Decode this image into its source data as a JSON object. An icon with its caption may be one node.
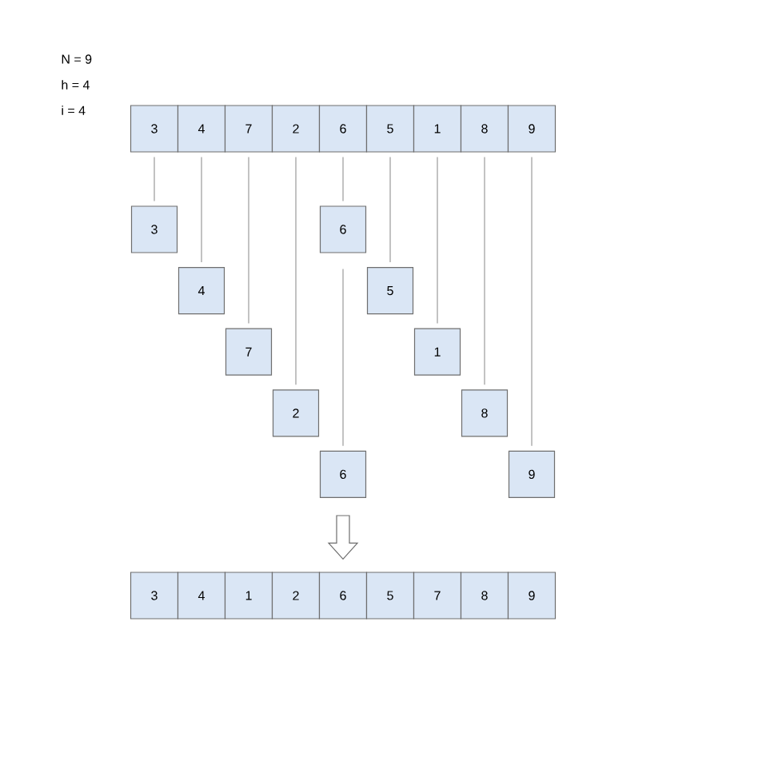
{
  "diagram": {
    "nodes": [
      {
        "text": [
          "3"
        ]
      },
      {
        "text": [
          "4"
        ]
      },
      {
        "text": [
          "7"
        ]
      },
      {
        "text": [
          "2"
        ]
      },
      {
        "text": [
          "6"
        ]
      },
      {
        "text": [
          "5"
        ]
      },
      {
        "text": [
          "1"
        ]
      },
      {
        "text": [
          "8"
        ]
      },
      {
        "text": [
          "9"
        ]
      },
      {
        "text": [
          "3"
        ]
      },
      {
        "text": [
          "6"
        ]
      },
      {
        "text": [
          "4"
        ]
      },
      {
        "text": [
          "5"
        ]
      },
      {
        "text": [
          "7"
        ]
      },
      {
        "text": [
          "1"
        ]
      },
      {
        "text": [
          "2"
        ]
      },
      {
        "text": [
          "8"
        ]
      },
      {
        "text": [
          "6"
        ]
      },
      {
        "text": [
          "9"
        ]
      },
      {
        "text": [
          "3"
        ]
      },
      {
        "text": [
          "4"
        ]
      },
      {
        "text": [
          "1"
        ]
      },
      {
        "text": [
          "2"
        ]
      },
      {
        "text": [
          "6"
        ]
      },
      {
        "text": [
          "5"
        ]
      },
      {
        "text": [
          "7"
        ]
      },
      {
        "text": [
          "8"
        ]
      },
      {
        "text": [
          "9"
        ]
      }
    ],
    "edges": [
      {
        "from": 0,
        "to": 9,
        "arrow": "none"
      },
      {
        "from": 1,
        "to": 11,
        "arrow": "none"
      },
      {
        "from": 2,
        "to": 13,
        "arrow": "none"
      },
      {
        "from": 3,
        "to": 15,
        "arrow": "none"
      },
      {
        "from": 4,
        "to": 10,
        "arrow": "none"
      },
      {
        "from": 10,
        "to": 17,
        "arrow": "none"
      },
      {
        "from": 5,
        "to": 12,
        "arrow": "none"
      },
      {
        "from": 6,
        "to": 14,
        "arrow": "none"
      },
      {
        "from": 7,
        "to": 16,
        "arrow": "none"
      },
      {
        "from": 8,
        "to": 18,
        "arrow": "none"
      },
      {
        "from": 17,
        "to": 23,
        "arrow": "to"
      }
    ],
    "labels": [
      "N = 9",
      "h = 4",
      "i = 4"
    ]
  }
}
